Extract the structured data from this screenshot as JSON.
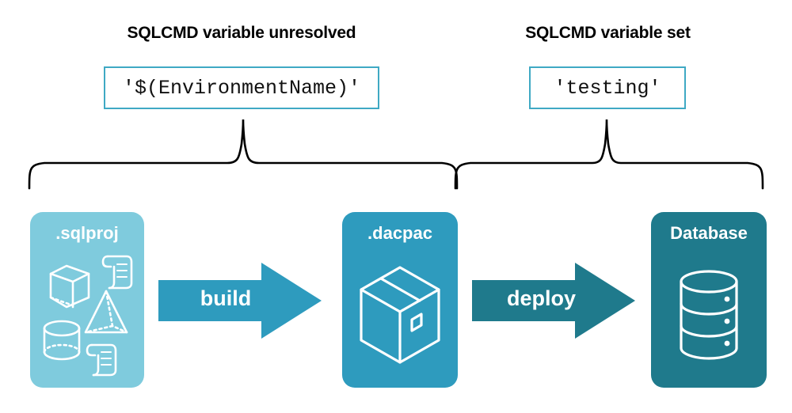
{
  "diagram": {
    "title": "SQLCMD variable resolution in build and deploy pipeline",
    "background_color": "#ffffff",
    "headings": [
      {
        "id": "left",
        "text": "SQLCMD variable unresolved"
      },
      {
        "id": "right",
        "text": "SQLCMD variable set"
      }
    ],
    "value_boxes": [
      {
        "id": "left",
        "text": "'$(EnvironmentName)'",
        "border_color": "#3FA9C4",
        "text_color": "#111111"
      },
      {
        "id": "right",
        "text": "'testing'",
        "border_color": "#3FA9C4",
        "text_color": "#111111"
      }
    ],
    "braces": [
      {
        "id": "left",
        "spans": "sqlproj-to-dacpac",
        "color": "#000000"
      },
      {
        "id": "right",
        "spans": "dacpac-to-database",
        "color": "#000000"
      }
    ],
    "nodes": [
      {
        "id": "sqlproj",
        "label": ".sqlproj",
        "color": "#7FCBDD",
        "label_color": "#ffffff",
        "icons": [
          "cube-wireframe-icon",
          "pyramid-wireframe-icon",
          "cylinder-wireframe-icon",
          "script-scroll-icon",
          "script-scroll-icon"
        ]
      },
      {
        "id": "dacpac",
        "label": ".dacpac",
        "color": "#2E9BBE",
        "label_color": "#ffffff",
        "icons": [
          "package-box-icon"
        ]
      },
      {
        "id": "database",
        "label": "Database",
        "color": "#1F7A8C",
        "label_color": "#ffffff",
        "icons": [
          "database-cylinder-icon"
        ]
      }
    ],
    "arrows": [
      {
        "id": "build",
        "label": "build",
        "color": "#2E9BBE",
        "label_color": "#ffffff",
        "from": "sqlproj",
        "to": "dacpac"
      },
      {
        "id": "deploy",
        "label": "deploy",
        "color": "#1F7A8C",
        "label_color": "#ffffff",
        "from": "dacpac",
        "to": "database"
      }
    ]
  }
}
